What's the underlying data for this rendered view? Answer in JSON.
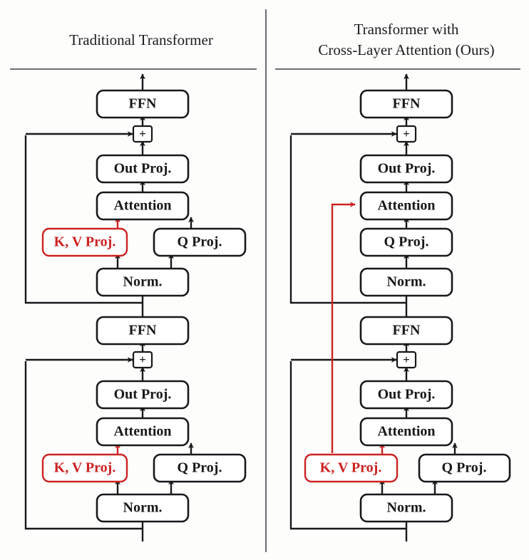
{
  "figure": {
    "background_color": "#fdfdfc",
    "line_color": "#16181a",
    "accent_color": "#cc2222",
    "divider_color": "#6b6f72"
  },
  "columns": {
    "left": {
      "title_line1": "Traditional Transformer",
      "title_line2": ""
    },
    "right": {
      "title_line1": "Transformer with",
      "title_line2": "Cross-Layer Attention (Ours)"
    }
  },
  "labels": {
    "ffn": "FFN",
    "out_proj": "Out Proj.",
    "attention": "Attention",
    "kv_proj": "K, V Proj.",
    "q_proj": "Q Proj.",
    "norm": "Norm.",
    "add": "+"
  },
  "left_column_blocks": [
    {
      "name": "upper-layer",
      "nodes": [
        "FFN",
        "+",
        "Out Proj.",
        "Attention",
        "K, V Proj.",
        "Q Proj.",
        "Norm."
      ]
    },
    {
      "name": "lower-layer",
      "nodes": [
        "FFN",
        "+",
        "Out Proj.",
        "Attention",
        "K, V Proj.",
        "Q Proj.",
        "Norm."
      ]
    }
  ],
  "right_column_blocks": [
    {
      "name": "upper-layer",
      "nodes": [
        "FFN",
        "+",
        "Out Proj.",
        "Attention",
        "Q Proj.",
        "Norm."
      ]
    },
    {
      "name": "lower-layer",
      "nodes": [
        "FFN",
        "+",
        "Out Proj.",
        "Attention",
        "K, V Proj.",
        "Q Proj.",
        "Norm."
      ]
    }
  ],
  "annotations": {
    "cross_layer_edge": "K, V Proj. of lower layer feeds Attention of upper layer"
  }
}
